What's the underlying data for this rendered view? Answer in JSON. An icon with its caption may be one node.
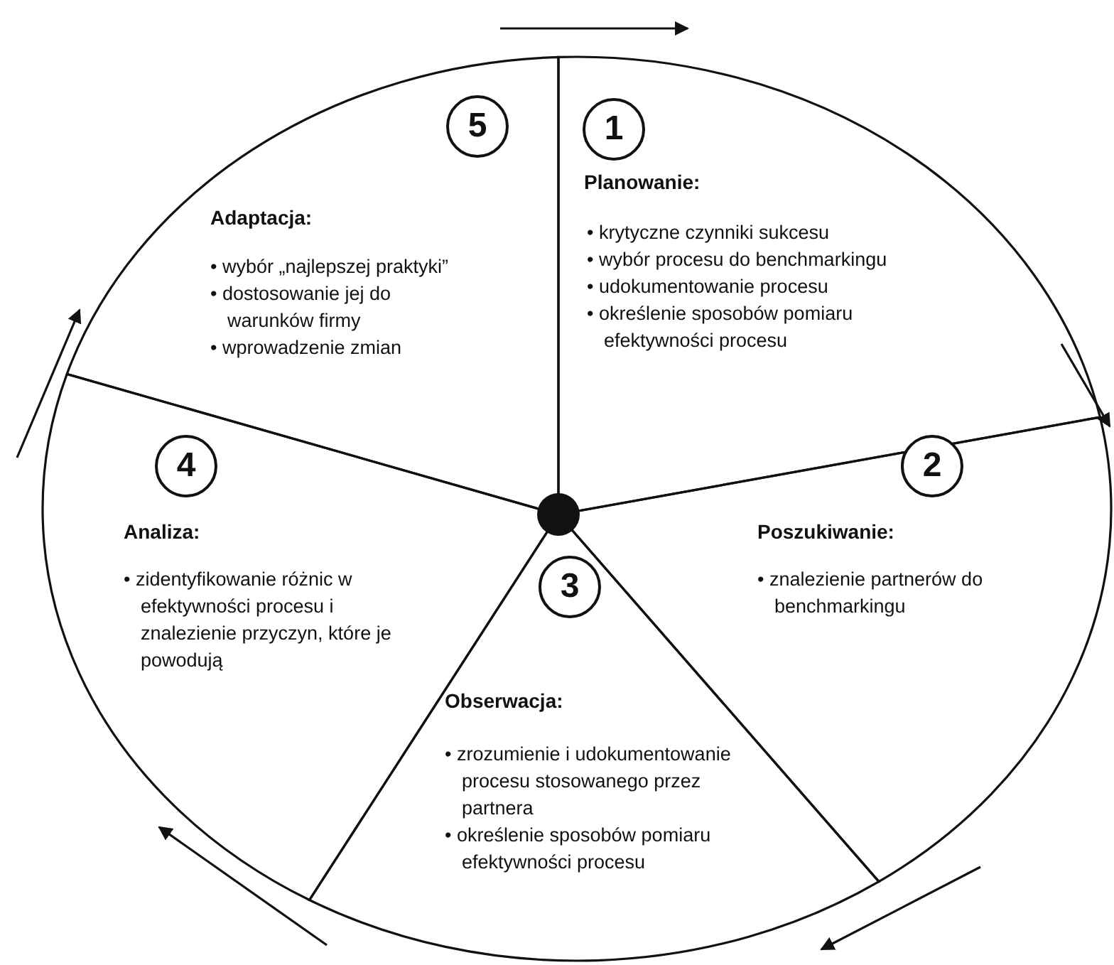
{
  "diagram": {
    "nodes": [
      {
        "text": [
          "Planowanie:",
          "• krytyczne czynniki sukcesu",
          "• wybór procesu do benchmarkingu",
          "• udokumentowanie procesu",
          "• określenie sposobów pomiaru efektywności procesu"
        ]
      },
      {
        "text": [
          "1"
        ],
        "in": 0
      },
      {
        "text": [
          "Poszukiwanie:",
          "• znalezienie partnerów do benchmarkingu"
        ]
      },
      {
        "text": [
          "2"
        ],
        "in": 2
      },
      {
        "text": [
          "Obserwacja:",
          "• zrozumienie i udokumentowanie procesu stosowanego przez partnera",
          "• określenie sposobów pomiaru efektywności procesu"
        ]
      },
      {
        "text": [
          "3"
        ],
        "in": 4
      },
      {
        "text": [
          "Analiza:",
          "• zidentyfikowanie różnic w efektywności procesu i znalezienie przyczyn, które je powodują"
        ]
      },
      {
        "text": [
          "4"
        ],
        "in": 6
      },
      {
        "text": [
          "Adaptacja:",
          "• wybór „najlepszej praktyki”",
          "• dostosowanie jej do warunków firmy",
          "• wprowadzenie zmian"
        ]
      },
      {
        "text": [
          "5"
        ],
        "in": 8
      }
    ],
    "edges": []
  }
}
